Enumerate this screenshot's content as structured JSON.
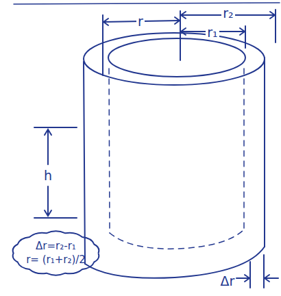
{
  "diagram": {
    "nodes": [
      {
        "text": [
          "Δr=r₂-r₁",
          "r= (r₁+r₂)/2"
        ]
      }
    ],
    "labels": [
      "r",
      "r₂",
      "r₁",
      "h",
      "Δr"
    ]
  }
}
